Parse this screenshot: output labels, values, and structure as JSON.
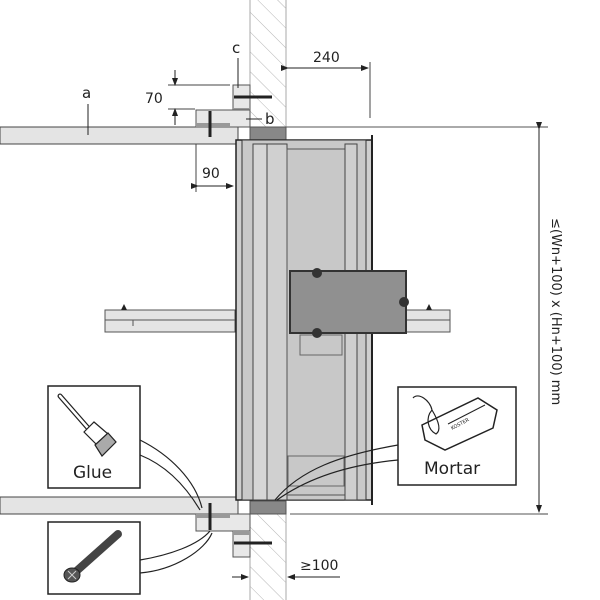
{
  "diagram": {
    "title": "Fire damper wall installation detail",
    "labels": {
      "a": "a",
      "b": "b",
      "c": "c"
    },
    "dimensions": {
      "dim_240": "240",
      "dim_70": "70",
      "dim_90": "90",
      "dim_100": "≥100",
      "opening_size": "≤(Wn+100) x (Hn+100) mm"
    },
    "callouts": [
      {
        "id": "glue",
        "label": "Glue",
        "icon": "paintbrush-icon"
      },
      {
        "id": "screw",
        "label": "",
        "icon": "screw-icon"
      },
      {
        "id": "mortar",
        "label": "Mortar",
        "icon": "mortar-bag-icon"
      }
    ],
    "bag_text": "KOSTER",
    "colors": {
      "line": "#222222",
      "light_fill": "#e4e4e4",
      "body_fill": "#c8c8c8",
      "box_fill": "#8e8e8e",
      "seal_fill": "#888888",
      "hatch": "#b0b0b0"
    }
  }
}
